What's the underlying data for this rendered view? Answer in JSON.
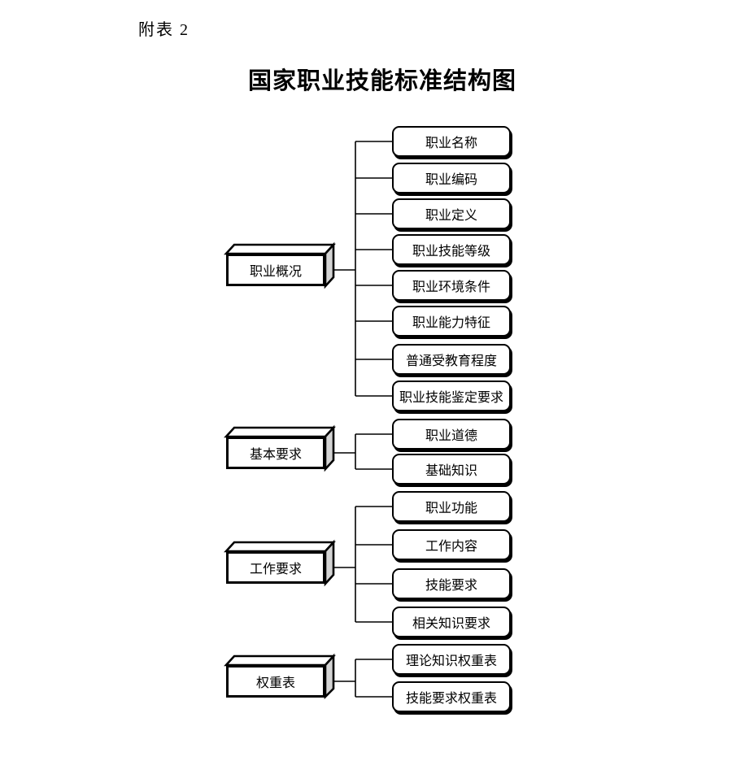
{
  "page": {
    "note": "附表 2",
    "title": "国家职业技能标准结构图"
  },
  "diagram": {
    "groups": [
      {
        "parent": "职业概况",
        "children": [
          "职业名称",
          "职业编码",
          "职业定义",
          "职业技能等级",
          "职业环境条件",
          "职业能力特征",
          "普通受教育程度",
          "职业技能鉴定要求"
        ]
      },
      {
        "parent": "基本要求",
        "children": [
          "职业道德",
          "基础知识"
        ]
      },
      {
        "parent": "工作要求",
        "children": [
          "职业功能",
          "工作内容",
          "技能要求",
          "相关知识要求"
        ]
      },
      {
        "parent": "权重表",
        "children": [
          "理论知识权重表",
          "技能要求权重表"
        ]
      }
    ],
    "colors": {
      "line": "#000000",
      "box_border": "#000000",
      "box_fill": "#ffffff",
      "side_face_fill": "#d4d4d4",
      "text": "#000000",
      "background": "#ffffff"
    }
  }
}
